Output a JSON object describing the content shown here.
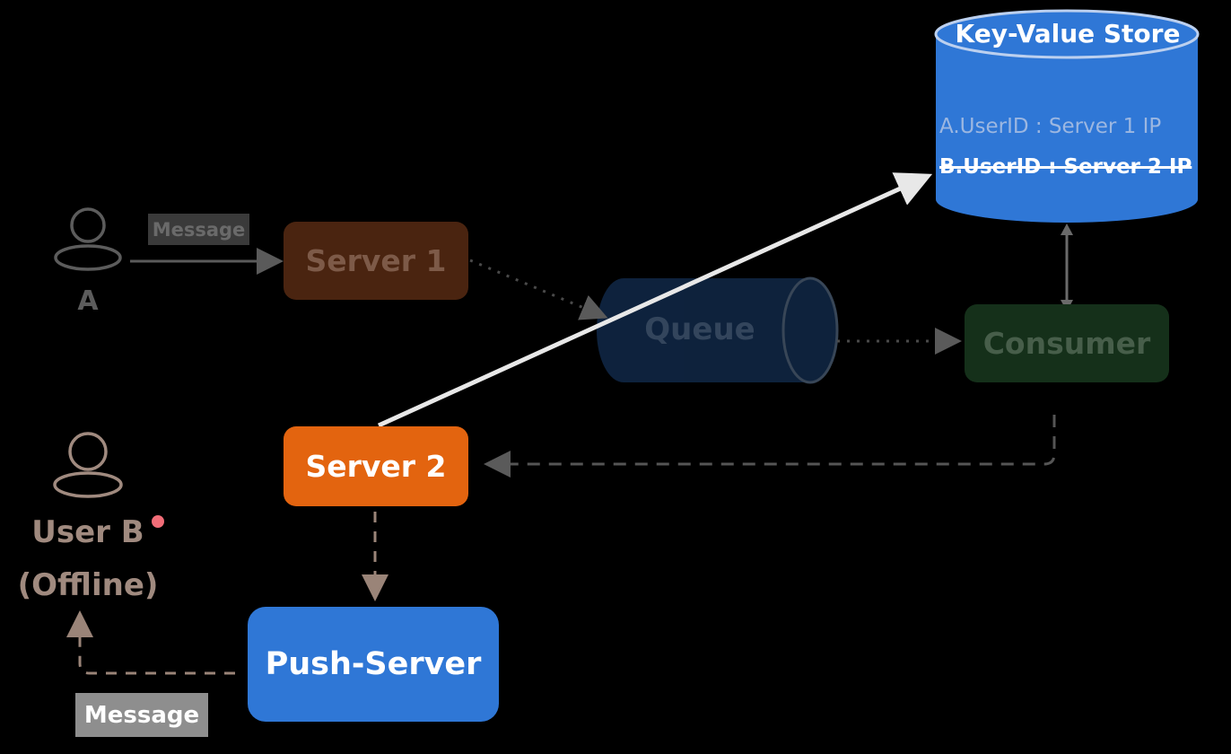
{
  "actors": {
    "a": {
      "icon": "person-icon",
      "label": "A"
    },
    "b": {
      "icon": "person-icon",
      "label_line1": "User B",
      "label_line2": "(Offline)",
      "status": "offline-dot"
    }
  },
  "messages": {
    "top": "Message",
    "bottom": "Message"
  },
  "servers": {
    "server1": "Server 1",
    "server2": "Server 2",
    "push": "Push-Server"
  },
  "queue": {
    "label": "Queue"
  },
  "consumer": {
    "label": "Consumer"
  },
  "kv_store": {
    "title": "Key-Value Store",
    "entries": [
      {
        "text": "A.UserID : Server 1 IP",
        "state": "faded"
      },
      {
        "text": "B.UserID : Server 2 IP",
        "state": "highlighted-struck"
      }
    ]
  },
  "colors": {
    "server1": "#4a2410",
    "server2": "#e3640f",
    "queue": "#0f2440",
    "consumer": "#15301a",
    "push": "#2f77d6",
    "kv_store": "#2f77d6",
    "offline_dot": "#f26d78"
  }
}
